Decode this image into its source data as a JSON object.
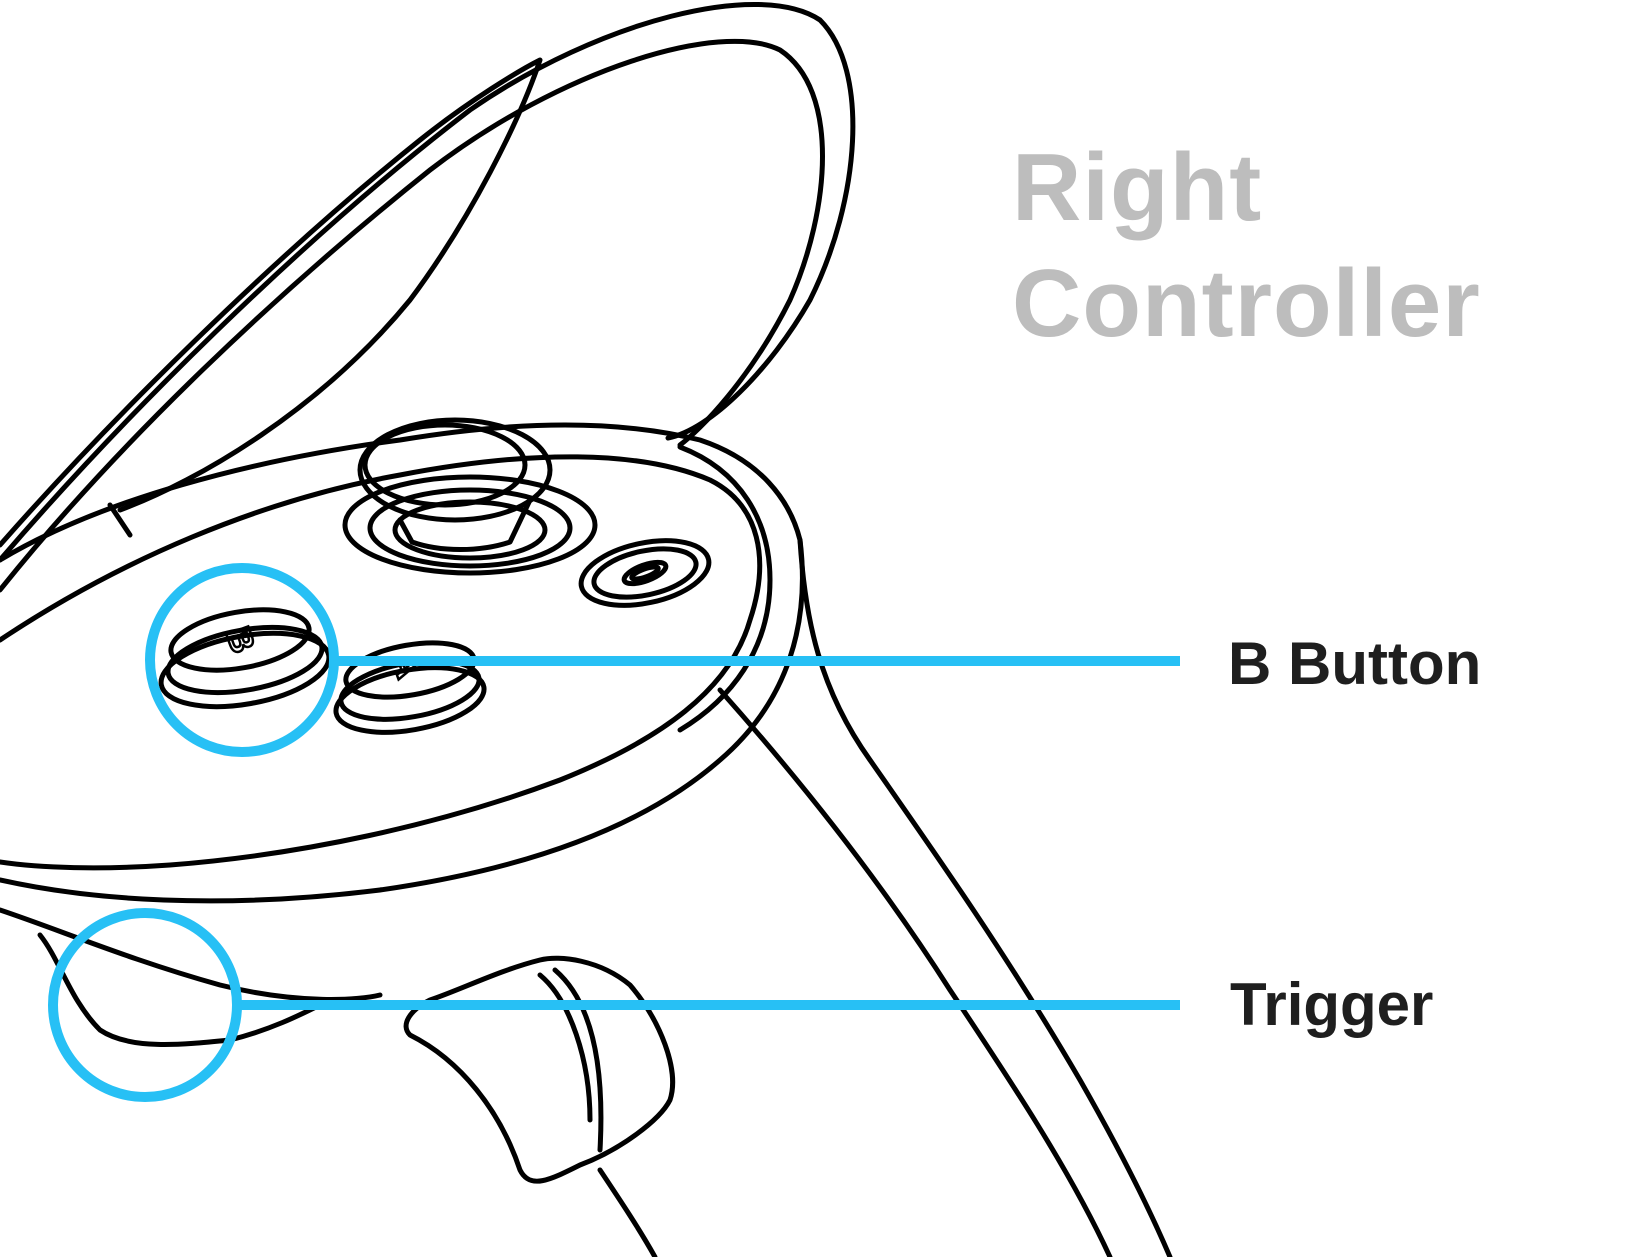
{
  "title": {
    "line1": "Right",
    "line2": "Controller"
  },
  "callouts": [
    {
      "label": "B Button"
    },
    {
      "label": "Trigger"
    }
  ],
  "button_glyphs": {
    "b": "B",
    "a": "A"
  },
  "colors": {
    "outline": "#000000",
    "callout": "#27c0f5",
    "title": "#bdbdbd",
    "label": "#1f1f1f",
    "background": "#ffffff"
  },
  "icons": [
    "oculus-logo-icon"
  ]
}
